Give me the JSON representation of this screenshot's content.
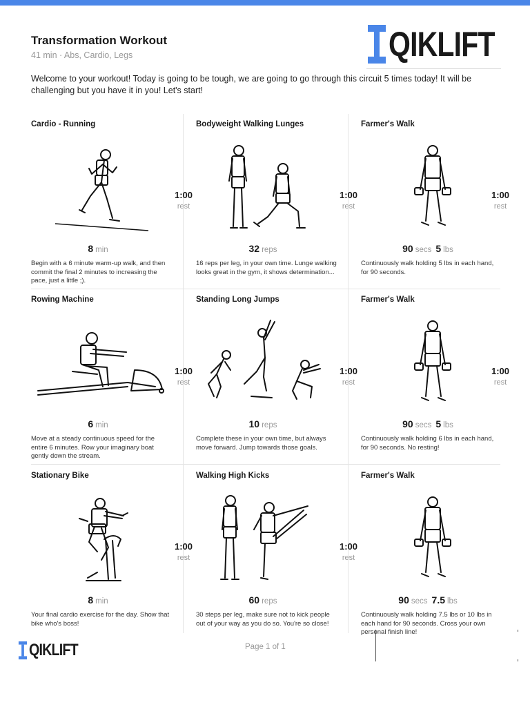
{
  "header": {
    "title": "Transformation Workout",
    "subtitle": "41 min · Abs, Cardio, Legs",
    "logo_text": "QIKLIFT",
    "accent_color": "#4a86e8"
  },
  "intro": "Welcome to your workout! Today is going to be tough, we are going to go through this circuit 5 times today! It will be challenging but you have it in you! Let's start!",
  "rows": [
    {
      "exercises": [
        {
          "title": "Cardio - Running",
          "icon": "runner-figure",
          "metrics": [
            {
              "value": "8",
              "unit": "min"
            }
          ],
          "description": "Begin with a 6 minute warm-up walk, and then commit the final 2 minutes to increasing the pace, just a little ;)."
        },
        {
          "title": "Bodyweight Walking Lunges",
          "icon": "lunge-figure",
          "metrics": [
            {
              "value": "32",
              "unit": "reps"
            }
          ],
          "description": "16 reps per leg, in your own time. Lunge walking looks great in the gym, it shows determination..."
        },
        {
          "title": "Farmer's Walk",
          "icon": "farmer-walk-figure",
          "metrics": [
            {
              "value": "90",
              "unit": "secs"
            },
            {
              "value": "5",
              "unit": "lbs"
            }
          ],
          "description": "Continuously walk holding 5 lbs in each hand, for 90 seconds."
        }
      ],
      "rests": [
        {
          "time": "1:00",
          "label": "rest"
        },
        {
          "time": "1:00",
          "label": "rest"
        },
        {
          "time": "1:00",
          "label": "rest"
        }
      ]
    },
    {
      "exercises": [
        {
          "title": "Rowing Machine",
          "icon": "rowing-machine-figure",
          "metrics": [
            {
              "value": "6",
              "unit": "min"
            }
          ],
          "description": "Move at a steady continuous speed for the entire 6 minutes. Row your imaginary boat gently down the stream."
        },
        {
          "title": "Standing Long Jumps",
          "icon": "long-jump-figure",
          "metrics": [
            {
              "value": "10",
              "unit": "reps"
            }
          ],
          "description": "Complete these in your own time, but always move forward. Jump towards those goals."
        },
        {
          "title": "Farmer's Walk",
          "icon": "farmer-walk-figure",
          "metrics": [
            {
              "value": "90",
              "unit": "secs"
            },
            {
              "value": "5",
              "unit": "lbs"
            }
          ],
          "description": "Continuously walk holding 6 lbs in each hand, for 90 seconds. No resting!"
        }
      ],
      "rests": [
        {
          "time": "1:00",
          "label": "rest"
        },
        {
          "time": "1:00",
          "label": "rest"
        },
        {
          "time": "1:00",
          "label": "rest"
        }
      ]
    },
    {
      "exercises": [
        {
          "title": "Stationary Bike",
          "icon": "stationary-bike-figure",
          "metrics": [
            {
              "value": "8",
              "unit": "min"
            }
          ],
          "description": "Your final cardio exercise for the day. Show that bike who's boss!"
        },
        {
          "title": "Walking High Kicks",
          "icon": "high-kick-figure",
          "metrics": [
            {
              "value": "60",
              "unit": "reps"
            }
          ],
          "description": "30 steps per leg, make sure not to kick people out of your way as you do so. You're so close!"
        },
        {
          "title": "Farmer's Walk",
          "icon": "farmer-walk-figure",
          "metrics": [
            {
              "value": "90",
              "unit": "secs"
            },
            {
              "value": "7.5",
              "unit": "lbs"
            }
          ],
          "description": "Continuously walk holding 7.5 lbs or 10 lbs in each hand for 90 seconds. Cross your own personal finish line!"
        }
      ],
      "rests": [
        {
          "time": "1:00",
          "label": "rest"
        },
        {
          "time": "1:00",
          "label": "rest"
        }
      ]
    }
  ],
  "footer": {
    "logo_text": "QIKLIFT",
    "page": "Page 1 of 1"
  }
}
